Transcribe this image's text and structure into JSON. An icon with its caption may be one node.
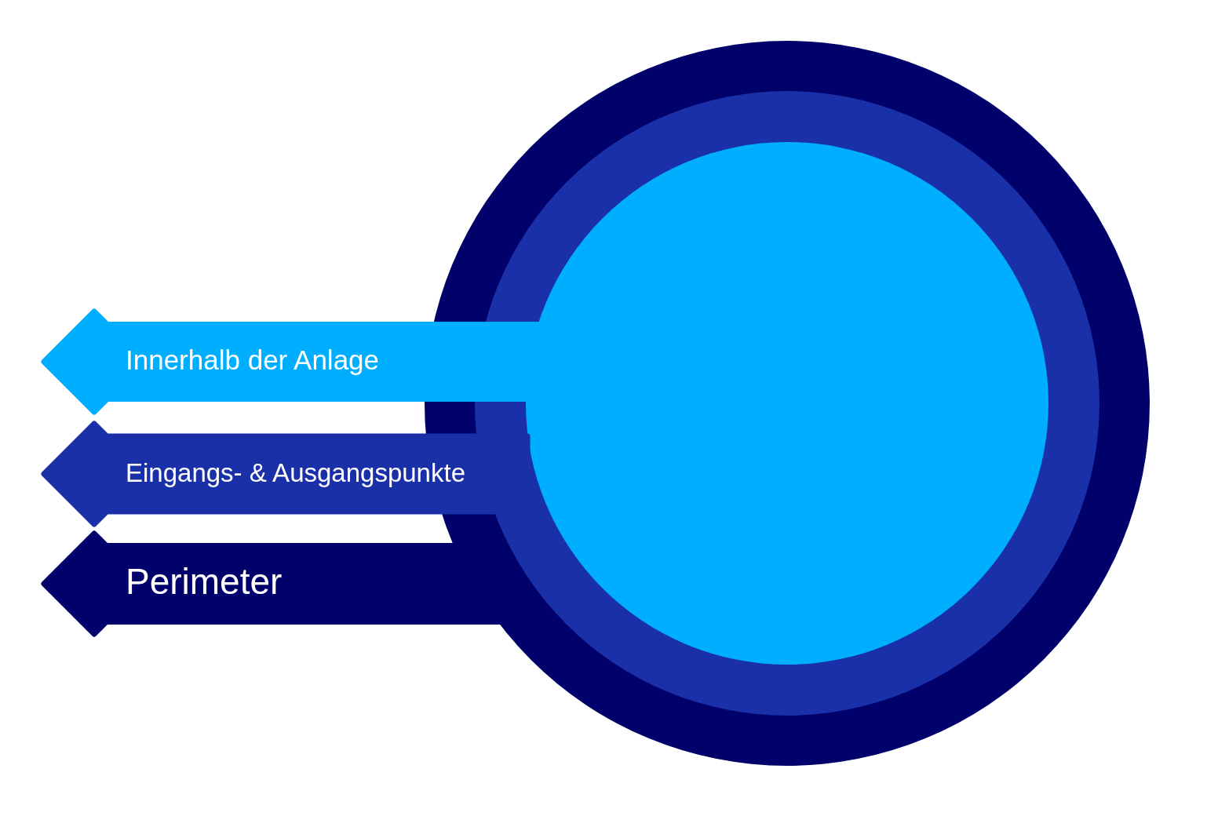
{
  "diagram": {
    "nodes": [
      {
        "text": [],
        "shape": "circle"
      },
      {
        "text": [],
        "shape": "circle",
        "in": 0
      },
      {
        "text": [],
        "shape": "circle",
        "in": 1
      },
      {
        "text": [
          "Innerhalb der Anlage"
        ]
      },
      {
        "text": [
          "Eingangs- & Ausgangspunkte"
        ]
      },
      {
        "text": [
          "Perimeter"
        ]
      }
    ]
  }
}
